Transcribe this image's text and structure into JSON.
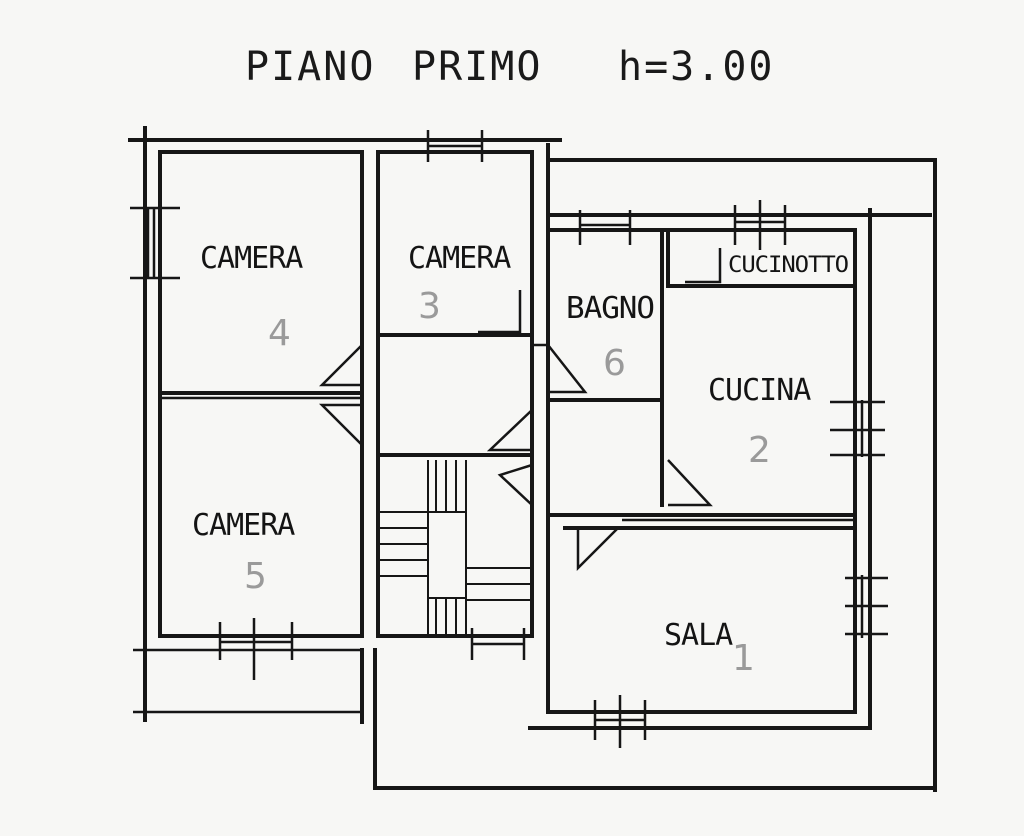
{
  "title": {
    "floor": "PIANO",
    "level": "PRIMO",
    "height": "h=3.00"
  },
  "rooms": [
    {
      "id": "camera-4",
      "label": "CAMERA",
      "number": "4"
    },
    {
      "id": "camera-3",
      "label": "CAMERA",
      "number": "3"
    },
    {
      "id": "bagno",
      "label": "BAGNO",
      "number": "6"
    },
    {
      "id": "cucinotto",
      "label": "CUCINOTTO",
      "number": ""
    },
    {
      "id": "cucina",
      "label": "CUCINA",
      "number": "2"
    },
    {
      "id": "camera-5",
      "label": "CAMERA",
      "number": "5"
    },
    {
      "id": "sala",
      "label": "SALA",
      "number": "1"
    }
  ],
  "colors": {
    "ink": "#161616",
    "pencil": "#9a9a9a",
    "paper": "#f7f7f5"
  }
}
